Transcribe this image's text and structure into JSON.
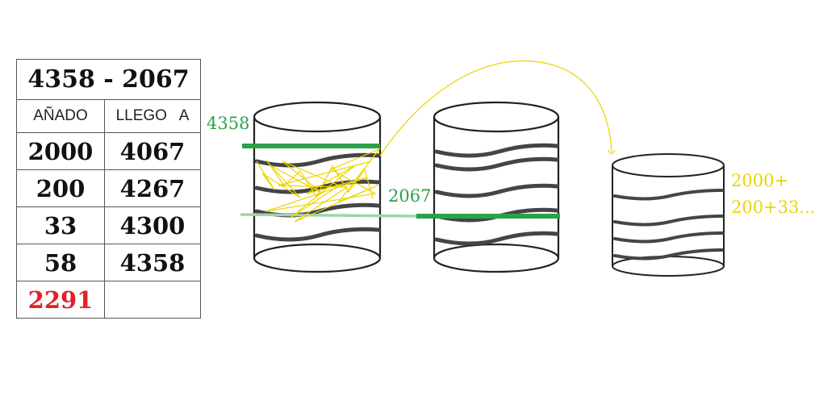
{
  "table": {
    "title": "4358 - 2067",
    "headers": [
      "AÑADO",
      "LLEGO   A"
    ],
    "rows": [
      {
        "add": "2000",
        "reach": "4067"
      },
      {
        "add": "200",
        "reach": "4267"
      },
      {
        "add": "33",
        "reach": "4300"
      },
      {
        "add": "58",
        "reach": "4358"
      },
      {
        "add": "2291",
        "reach": ""
      }
    ]
  },
  "annotations": {
    "first_value": "4358",
    "second_value": "2067",
    "sum_line1": "2000+",
    "sum_line2": "200+33..."
  },
  "colors": {
    "green": "#2aa24a",
    "yellow": "#ecd400",
    "red": "#e3202a",
    "ink": "#111111"
  }
}
